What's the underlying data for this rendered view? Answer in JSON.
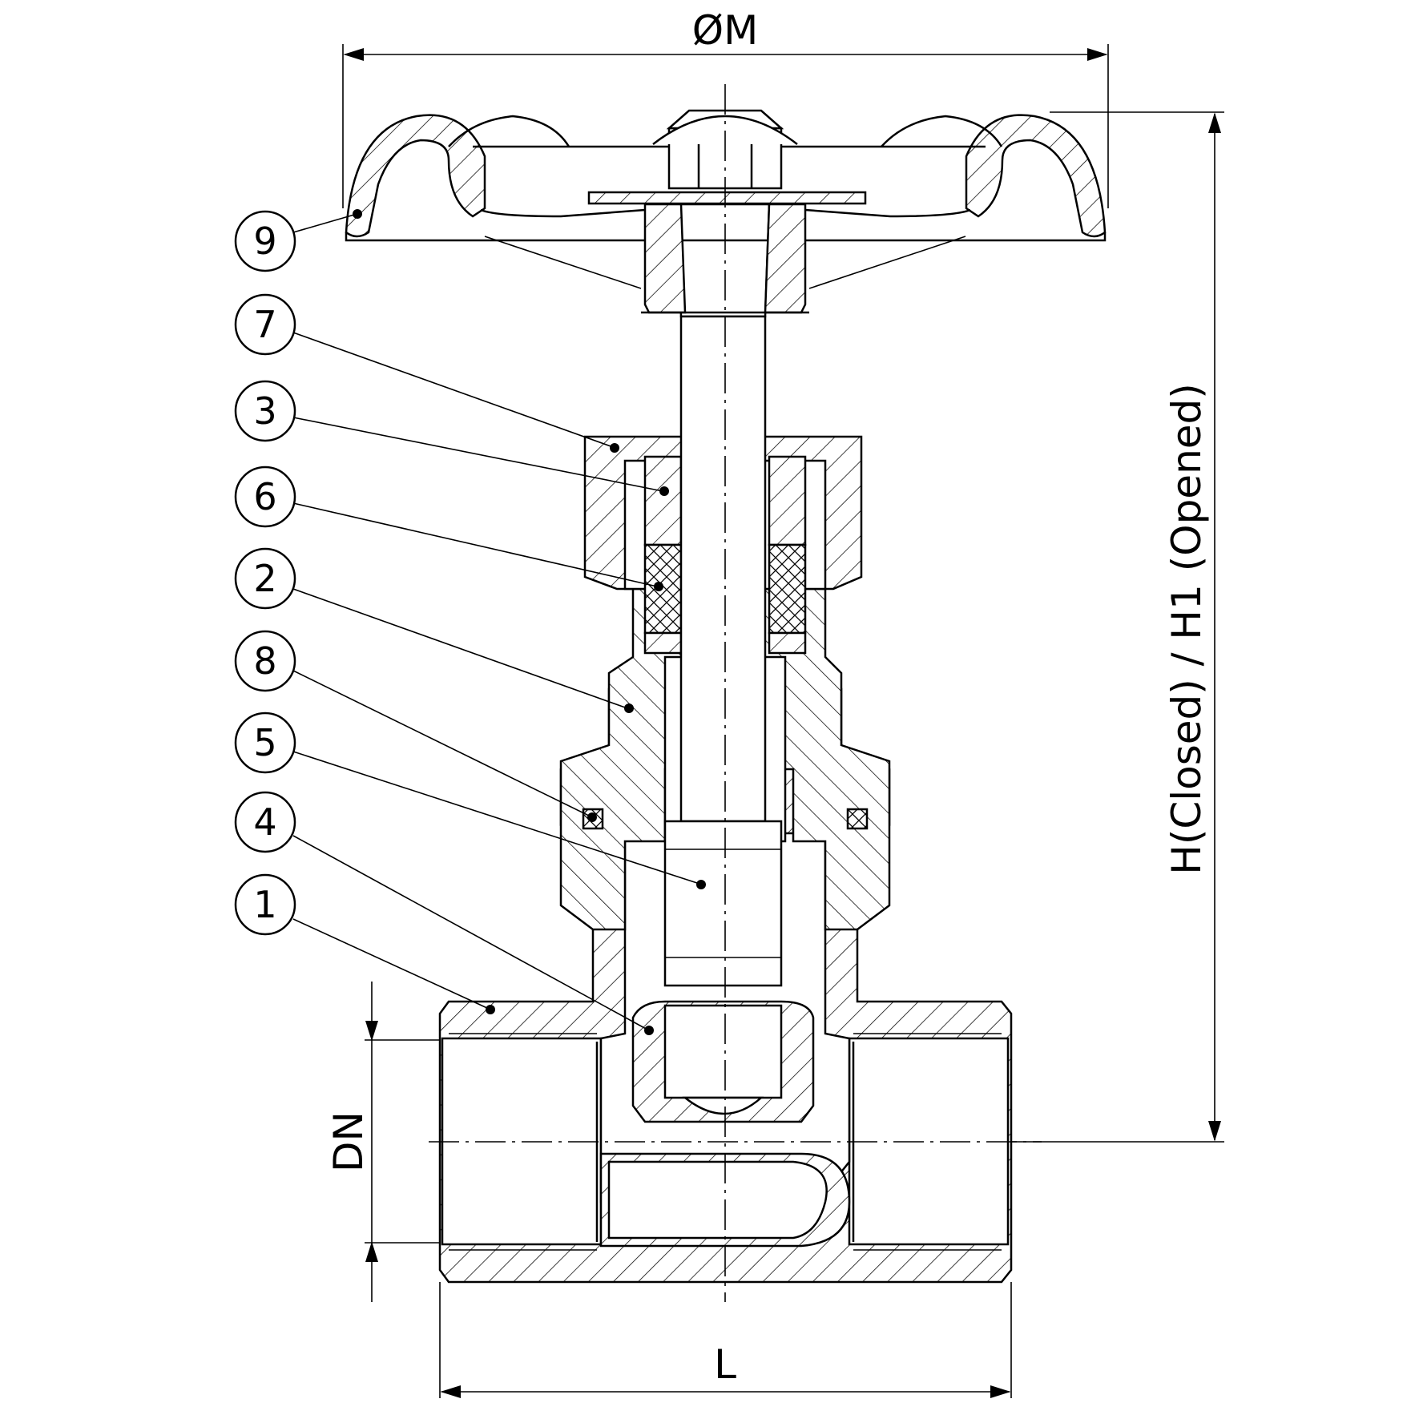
{
  "dimensions": {
    "diameter_label": "ØM",
    "height_label": "H(Closed) / H1 (Opened)",
    "dn_label": "DN",
    "length_label": "L"
  },
  "balloons": [
    "9",
    "7",
    "3",
    "6",
    "2",
    "8",
    "5",
    "4",
    "1"
  ]
}
